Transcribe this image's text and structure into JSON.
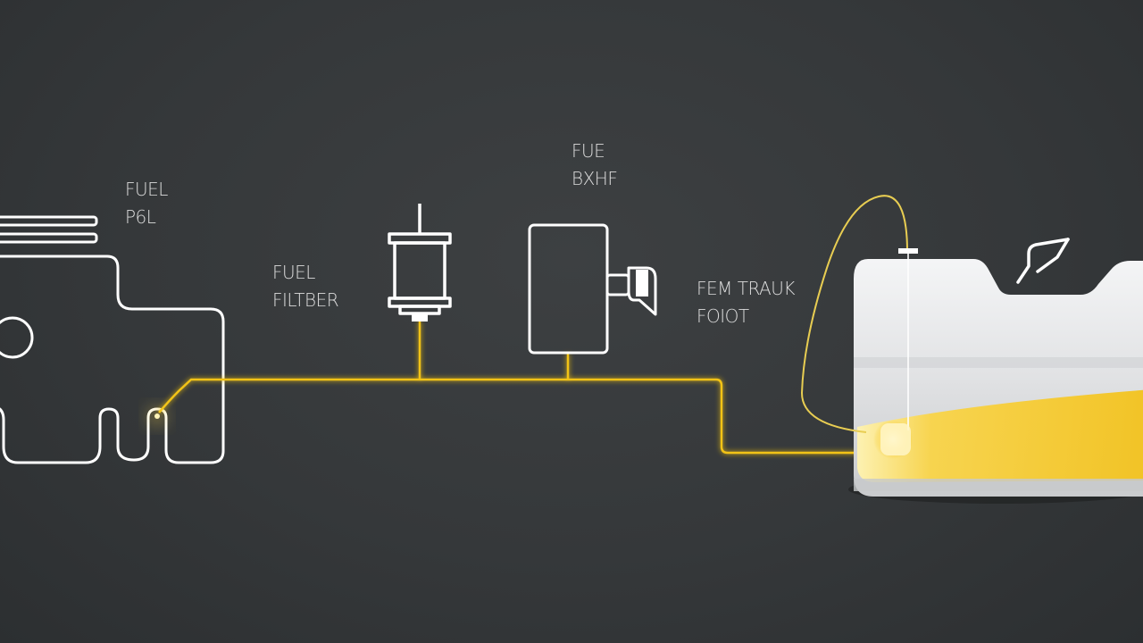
{
  "colors": {
    "background": "#36393b",
    "outline": "#ffffff",
    "fuel_line": "#f2c313",
    "fuel": "#f7c924",
    "tank_body": "#e6e7e8"
  },
  "labels": {
    "engine": [
      "FUEL",
      "P6L"
    ],
    "filter": [
      "FUEL",
      "FILTBER"
    ],
    "pump": [
      "FUE",
      "BXHF"
    ],
    "tank": [
      "FEM TRAUK",
      "FOIOT"
    ]
  },
  "icons": [
    "engine-icon",
    "fuel-filter-icon",
    "fuel-pump-icon",
    "fuel-nozzle-icon",
    "fuel-tank-icon"
  ]
}
